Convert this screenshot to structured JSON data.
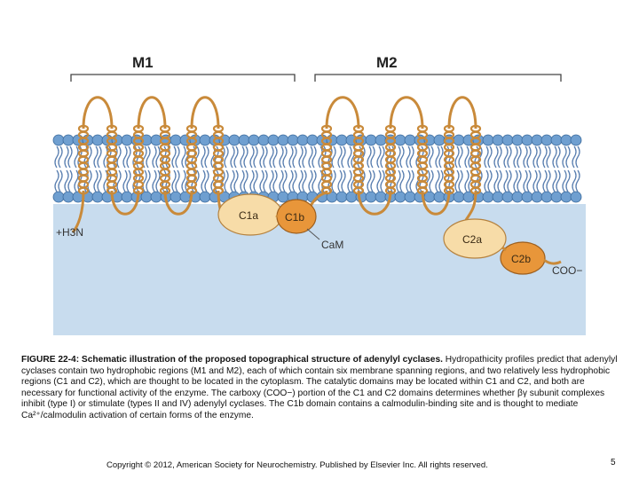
{
  "labels": {
    "m1": "M1",
    "m2": "M2",
    "c1a": "C1a",
    "c1b": "C1b",
    "c2a": "C2a",
    "c2b": "C2b",
    "cam": "CaM",
    "n_terminus": "+H3N",
    "c_terminus": "COO−"
  },
  "caption": {
    "heading": "FIGURE 22-4: Schematic illustration of the proposed topographical structure of adenylyl cyclases.",
    "body": " Hydropathicity profiles predict that adenylyl cyclases contain two hydrophobic regions (M1 and M2), each of which contain six membrane spanning regions, and two relatively less hydrophobic regions (C1 and C2), which are thought to be located in the cytoplasm. The catalytic domains may be located within C1 and C2, and both are necessary for functional activity of the enzyme. The carboxy (COO−) portion of the C1 and C2 domains determines whether βγ subunit complexes inhibit (type I) or stimulate (types II and IV) adenylyl cyclases. The C1b domain contains a calmodulin-binding site and is thought to mediate Ca²⁺/calmodulin activation of certain forms of the enzyme."
  },
  "footer": {
    "copyright": "Copyright © 2012, American Society for Neurochemistry. Published by Elsevier Inc. All rights reserved.",
    "page_number": "5"
  },
  "colors": {
    "cytoplasm": "#c8dcee",
    "lipid_head": "#6f9fd0",
    "lipid_tail": "#5a7fb0",
    "protein_strand": "#c98a3a",
    "domain_light": "#f7dca8",
    "domain_dark": "#e8963a"
  }
}
